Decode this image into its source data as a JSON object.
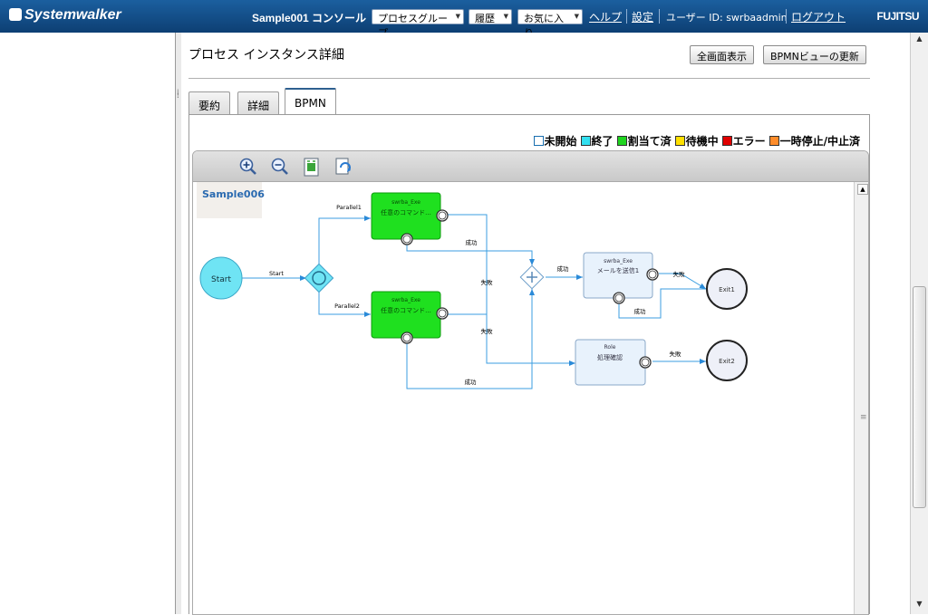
{
  "header": {
    "logo": "Systemwalker",
    "console_title": "Sample001 コンソール",
    "dropdowns": [
      "プロセスグループ",
      "履歴",
      "お気に入り"
    ],
    "help": "ヘルプ",
    "settings": "設定",
    "user": "ユーザー ID: swrbaadmin",
    "logout": "ログアウト",
    "brand": "FUJITSU"
  },
  "main": {
    "title": "プロセス インスタンス詳細",
    "fullscreen_button": "全画面表示",
    "refresh_button": "BPMNビューの更新",
    "tabs": [
      "要約",
      "詳細",
      "BPMN"
    ],
    "active_tab": "BPMN"
  },
  "legend": [
    {
      "label": "未開始",
      "color": "#ffffff"
    },
    {
      "label": "終了",
      "color": "#33e0f0"
    },
    {
      "label": "割当て済",
      "color": "#1fd41f"
    },
    {
      "label": "待機中",
      "color": "#ffe000"
    },
    {
      "label": "エラー",
      "color": "#e00000"
    },
    {
      "label": "一時停止/中止済",
      "color": "#ff8c2a"
    }
  ],
  "toolbar": {
    "icons": [
      "zoom-in-icon",
      "zoom-out-icon",
      "fit-page-icon",
      "refresh-view-icon"
    ]
  },
  "diagram": {
    "process_name": "Sample006",
    "start_label": "Start",
    "start_flow": "Start",
    "parallel1": "Parallel1",
    "parallel2": "Parallel2",
    "task1_type": "swrba_Exe",
    "task1_name": "任意のコマンド...",
    "task2_type": "swrba_Exe",
    "task2_name": "任意のコマンド...",
    "task3_type": "swrba_Exe",
    "task3_name": "メールを送信1",
    "task4_type": "Role",
    "task4_name": "処理確認",
    "success": "成功",
    "failure": "失敗",
    "exit1": "Exit1",
    "exit2": "Exit2"
  }
}
